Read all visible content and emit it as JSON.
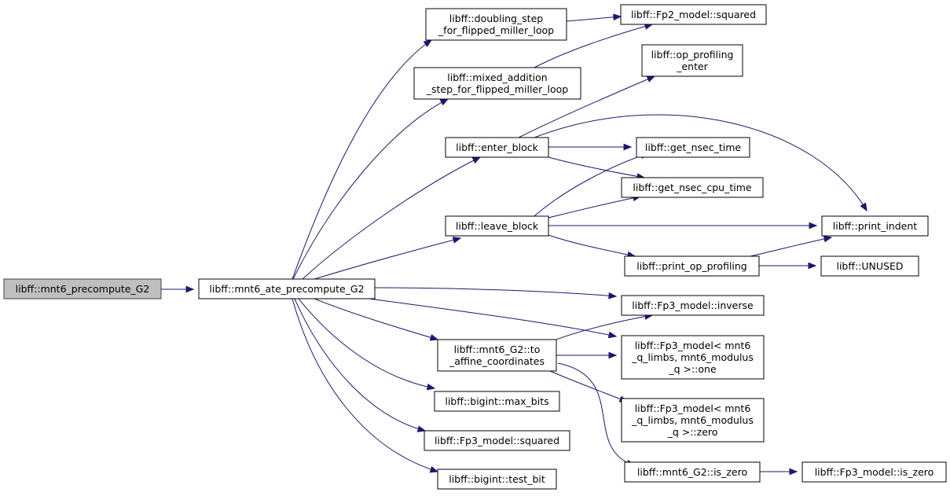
{
  "graph": {
    "edge_color": "#191970",
    "root_fill": "#bfbfbf",
    "nodes": [
      {
        "id": "n0",
        "lines": [
          "libff::mnt6_precompute_G2"
        ],
        "root": true
      },
      {
        "id": "n1",
        "lines": [
          "libff::mnt6_ate_precompute_G2"
        ]
      },
      {
        "id": "n2",
        "lines": [
          "libff::doubling_step",
          "_for_flipped_miller_loop"
        ]
      },
      {
        "id": "n3",
        "lines": [
          "libff::mixed_addition",
          "_step_for_flipped_miller_loop"
        ]
      },
      {
        "id": "n4",
        "lines": [
          "libff::enter_block"
        ]
      },
      {
        "id": "n5",
        "lines": [
          "libff::leave_block"
        ]
      },
      {
        "id": "n6",
        "lines": [
          "libff::mnt6_G2::to",
          "_affine_coordinates"
        ]
      },
      {
        "id": "n7",
        "lines": [
          "libff::bigint::max_bits"
        ]
      },
      {
        "id": "n8",
        "lines": [
          "libff::Fp3_model::squared"
        ]
      },
      {
        "id": "n9",
        "lines": [
          "libff::bigint::test_bit"
        ]
      },
      {
        "id": "n10",
        "lines": [
          "libff::Fp2_model::squared"
        ]
      },
      {
        "id": "n11",
        "lines": [
          "libff::op_profiling",
          "_enter"
        ]
      },
      {
        "id": "n12",
        "lines": [
          "libff::get_nsec_time"
        ]
      },
      {
        "id": "n13",
        "lines": [
          "libff::get_nsec_cpu_time"
        ]
      },
      {
        "id": "n14",
        "lines": [
          "libff::print_op_profiling"
        ]
      },
      {
        "id": "n15",
        "lines": [
          "libff::Fp3_model::inverse"
        ]
      },
      {
        "id": "n16",
        "lines": [
          "libff::Fp3_model< mnt6",
          "_q_limbs, mnt6_modulus",
          "_q >::one"
        ]
      },
      {
        "id": "n17",
        "lines": [
          "libff::Fp3_model< mnt6",
          "_q_limbs, mnt6_modulus",
          "_q >::zero"
        ]
      },
      {
        "id": "n18",
        "lines": [
          "libff::mnt6_G2::is_zero"
        ]
      },
      {
        "id": "n19",
        "lines": [
          "libff::print_indent"
        ]
      },
      {
        "id": "n20",
        "lines": [
          "libff::UNUSED"
        ]
      },
      {
        "id": "n21",
        "lines": [
          "libff::Fp3_model::is_zero"
        ]
      }
    ],
    "edges": [
      [
        "n0",
        "n1"
      ],
      [
        "n1",
        "n2"
      ],
      [
        "n1",
        "n3"
      ],
      [
        "n1",
        "n4"
      ],
      [
        "n1",
        "n5"
      ],
      [
        "n1",
        "n15"
      ],
      [
        "n1",
        "n16"
      ],
      [
        "n1",
        "n6"
      ],
      [
        "n1",
        "n7"
      ],
      [
        "n1",
        "n8"
      ],
      [
        "n1",
        "n9"
      ],
      [
        "n2",
        "n10"
      ],
      [
        "n3",
        "n10"
      ],
      [
        "n4",
        "n11"
      ],
      [
        "n4",
        "n12"
      ],
      [
        "n4",
        "n13"
      ],
      [
        "n4",
        "n19"
      ],
      [
        "n5",
        "n12"
      ],
      [
        "n5",
        "n13"
      ],
      [
        "n5",
        "n19"
      ],
      [
        "n5",
        "n14"
      ],
      [
        "n14",
        "n19"
      ],
      [
        "n14",
        "n20"
      ],
      [
        "n6",
        "n15"
      ],
      [
        "n6",
        "n16"
      ],
      [
        "n6",
        "n17"
      ],
      [
        "n6",
        "n18"
      ],
      [
        "n18",
        "n21"
      ]
    ]
  }
}
